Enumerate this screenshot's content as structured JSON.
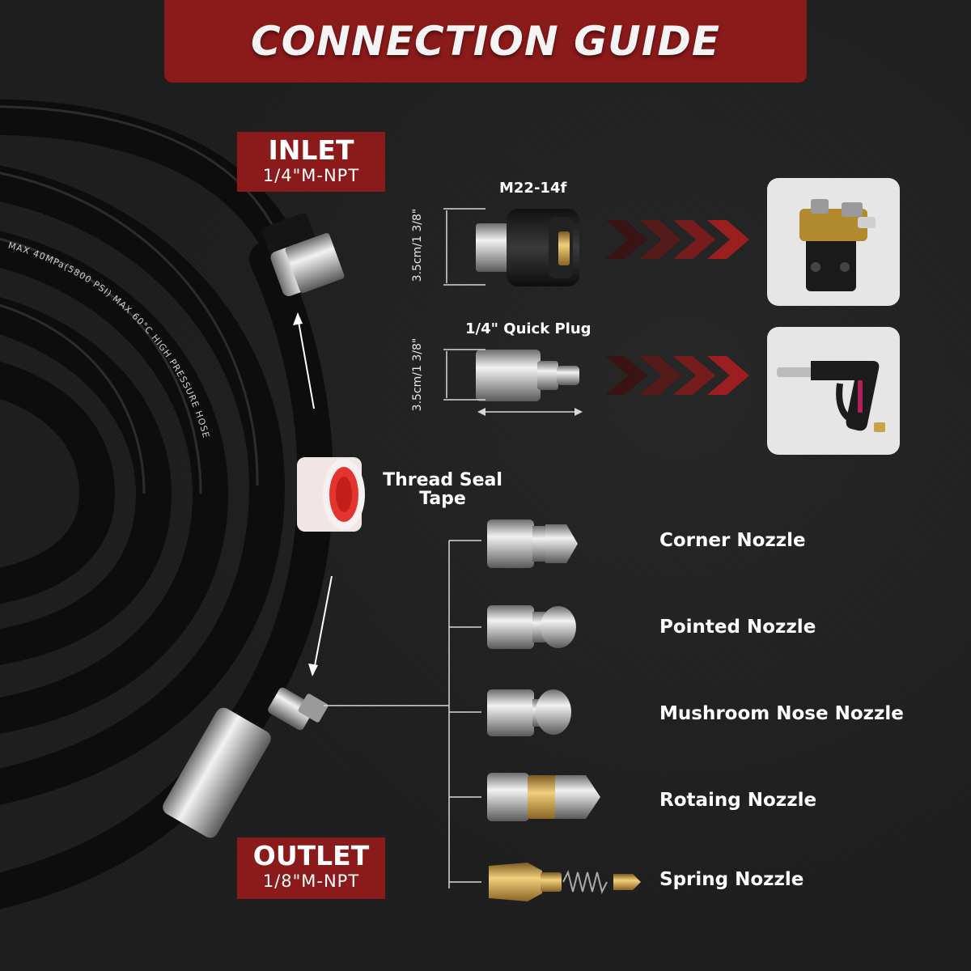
{
  "title": "CONNECTION GUIDE",
  "inlet": {
    "label": "INLET",
    "thread": "1/4\"M-NPT"
  },
  "outlet": {
    "label": "OUTLET",
    "thread": "1/8\"M-NPT"
  },
  "fittings": [
    {
      "name": "M22-14f",
      "dimension": "3.5cm/1 3/8\""
    },
    {
      "name": "1/4\" Quick Plug",
      "dimension": "3.5cm/1 3/8\""
    }
  ],
  "tape": {
    "line1": "Thread Seal",
    "line2": "Tape"
  },
  "nozzles": [
    {
      "name": "Corner Nozzle"
    },
    {
      "name": "Pointed Nozzle"
    },
    {
      "name": "Mushroom Nose Nozzle"
    },
    {
      "name": "Rotaing Nozzle"
    },
    {
      "name": "Spring Nozzle"
    }
  ],
  "hose_print": "MAX 40MPa(5800 PSI) MAX 60°C HIGH PRESSURE HOSE",
  "colors": {
    "banner": "#8b1a1a",
    "background": "#1e1e1e",
    "arrow_red": "#8b1a1a",
    "tape_red": "#e3342f"
  },
  "icons": [
    "pressure-pump-icon",
    "spray-gun-icon",
    "chevron-arrows-icon"
  ]
}
